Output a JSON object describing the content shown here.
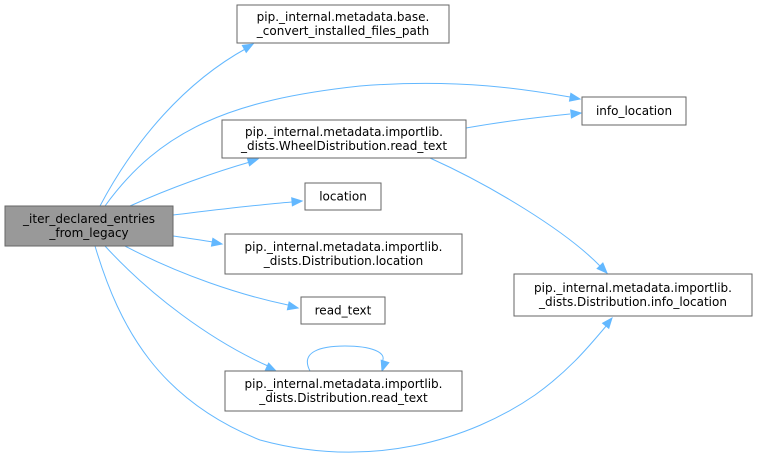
{
  "graph": {
    "nodes": [
      {
        "id": "root",
        "lines": [
          "_iter_declared_entries",
          "_from_legacy"
        ],
        "style": "root"
      },
      {
        "id": "convert",
        "lines": [
          "pip._internal.metadata.base.",
          "_convert_installed_files_path"
        ],
        "style": "normal"
      },
      {
        "id": "info_location",
        "lines": [
          "info_location"
        ],
        "style": "normal"
      },
      {
        "id": "wheel_read_text",
        "lines": [
          "pip._internal.metadata.importlib.",
          "_dists.WheelDistribution.read_text"
        ],
        "style": "normal"
      },
      {
        "id": "location",
        "lines": [
          "location"
        ],
        "style": "normal"
      },
      {
        "id": "dist_location",
        "lines": [
          "pip._internal.metadata.importlib.",
          "_dists.Distribution.location"
        ],
        "style": "normal"
      },
      {
        "id": "dist_info_location",
        "lines": [
          "pip._internal.metadata.importlib.",
          "_dists.Distribution.info_location"
        ],
        "style": "normal"
      },
      {
        "id": "read_text",
        "lines": [
          "read_text"
        ],
        "style": "normal"
      },
      {
        "id": "dist_read_text",
        "lines": [
          "pip._internal.metadata.importlib.",
          "_dists.Distribution.read_text"
        ],
        "style": "normal"
      }
    ],
    "edges": [
      {
        "from": "root",
        "to": "convert"
      },
      {
        "from": "root",
        "to": "info_location"
      },
      {
        "from": "root",
        "to": "wheel_read_text"
      },
      {
        "from": "root",
        "to": "location"
      },
      {
        "from": "root",
        "to": "dist_location"
      },
      {
        "from": "root",
        "to": "read_text"
      },
      {
        "from": "root",
        "to": "dist_read_text"
      },
      {
        "from": "root",
        "to": "dist_info_location"
      },
      {
        "from": "wheel_read_text",
        "to": "info_location"
      },
      {
        "from": "wheel_read_text",
        "to": "dist_info_location"
      },
      {
        "from": "dist_read_text",
        "to": "dist_read_text"
      }
    ],
    "colors": {
      "edge": "#63b8ff",
      "node_border": "#666666",
      "root_fill": "#999999",
      "node_fill": "#ffffff"
    }
  }
}
